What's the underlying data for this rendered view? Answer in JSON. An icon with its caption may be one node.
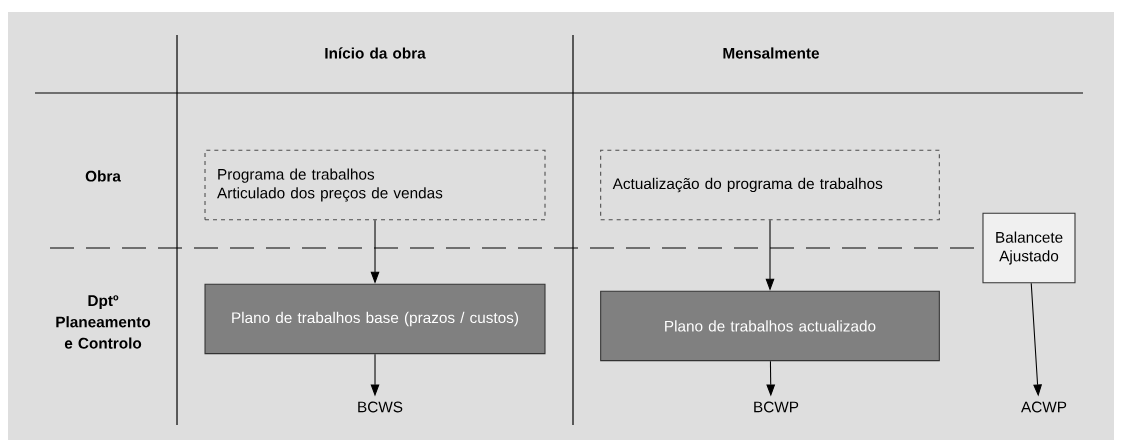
{
  "diagram": {
    "nodes": [
      {
        "text": [
          "Programa de trabalhos",
          "Articulado dos preços de vendas"
        ]
      },
      {
        "text": [
          "Actualização do programa de trabalhos"
        ]
      },
      {
        "text": [
          "Plano de trabalhos base (prazos / custos)"
        ]
      },
      {
        "text": [
          "Plano de trabalhos actualizado"
        ]
      },
      {
        "text": [
          "Balancete Ajustado"
        ]
      },
      {
        "text": [
          "BCWS"
        ]
      },
      {
        "text": [
          "BCWP"
        ]
      },
      {
        "text": [
          "ACWP"
        ]
      }
    ],
    "edges": [
      {
        "from": 0,
        "to": 2,
        "arrow": "to"
      },
      {
        "from": 2,
        "to": 5,
        "arrow": "to"
      },
      {
        "from": 1,
        "to": 3,
        "arrow": "to"
      },
      {
        "from": 3,
        "to": 6,
        "arrow": "to"
      },
      {
        "from": 4,
        "to": 7,
        "arrow": "to"
      }
    ],
    "labels": [
      "Início da obra",
      "Mensalmente",
      "Obra",
      "Dptº Planeamento e Controlo"
    ]
  }
}
